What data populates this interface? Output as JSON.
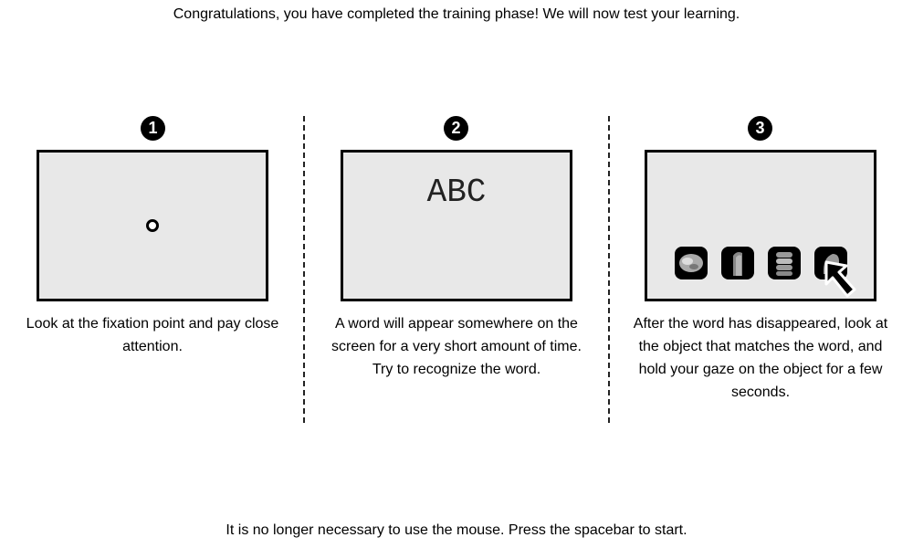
{
  "header": {
    "message": "Congratulations, you have completed the training phase! We will now test your learning."
  },
  "steps": [
    {
      "number": "1",
      "description": "Look at the fixation point and pay close attention."
    },
    {
      "number": "2",
      "word": "ABC",
      "description": "A word will appear somewhere on the screen for a very short amount of time. Try to recognize the word."
    },
    {
      "number": "3",
      "objects": [
        "disc-object",
        "block-object",
        "coil-object",
        "rounded-object"
      ],
      "description": "After the word has disappeared, look at the object that matches the word, and hold your gaze on the object for a few seconds."
    }
  ],
  "footer": {
    "message": "It is no longer necessary to use the mouse. Press the spacebar to start."
  },
  "colors": {
    "background": "#ffffff",
    "screen_fill": "#e8e8e8",
    "border": "#000000"
  }
}
